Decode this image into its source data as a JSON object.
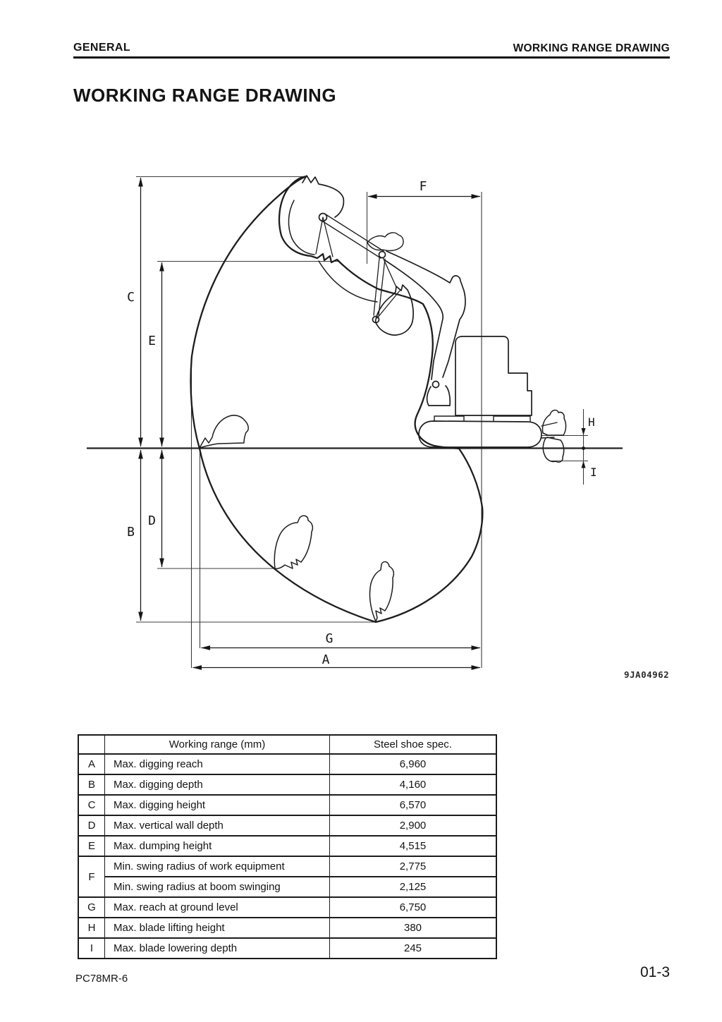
{
  "page": {
    "header_left": "GENERAL",
    "header_right": "WORKING RANGE DRAWING",
    "title": "WORKING RANGE DRAWING",
    "footer_model": "PC78MR-6",
    "footer_page": "01-3"
  },
  "diagram": {
    "figure_number": "9JA04962",
    "ink_color": "#1d1d1d",
    "labels": {
      "a": "A",
      "b": "B",
      "c": "C",
      "d": "D",
      "e": "E",
      "f": "F",
      "g": "G",
      "h": "H",
      "i": "I"
    }
  },
  "table": {
    "headers": {
      "range": "Working range (mm)",
      "spec": "Steel shoe spec."
    },
    "rows": [
      {
        "letter": "A",
        "label": "Max. digging reach",
        "value": "6,960"
      },
      {
        "letter": "B",
        "label": "Max. digging depth",
        "value": "4,160"
      },
      {
        "letter": "C",
        "label": "Max. digging height",
        "value": "6,570"
      },
      {
        "letter": "D",
        "label": "Max. vertical wall depth",
        "value": "2,900"
      },
      {
        "letter": "E",
        "label": "Max. dumping height",
        "value": "4,515"
      },
      {
        "letter": "F",
        "label": "Min. swing radius of work equipment",
        "value": "2,775"
      },
      {
        "letter": "",
        "label": "Min. swing radius at boom swinging",
        "value": "2,125"
      },
      {
        "letter": "G",
        "label": "Max. reach at ground level",
        "value": "6,750"
      },
      {
        "letter": "H",
        "label": "Max. blade lifting height",
        "value": "380"
      },
      {
        "letter": "I",
        "label": "Max. blade lowering depth",
        "value": "245"
      }
    ]
  }
}
